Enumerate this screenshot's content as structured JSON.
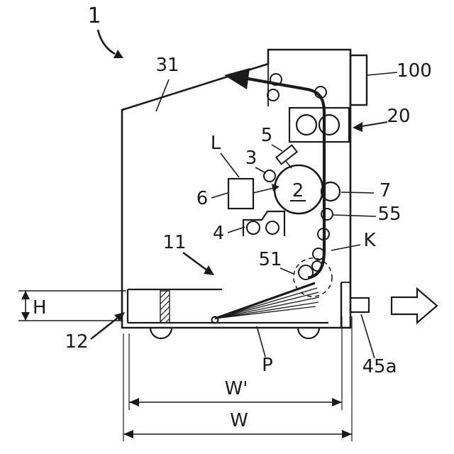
{
  "figure": {
    "type": "patent-line-drawing",
    "description_colors": {
      "line": "#1a1a1a",
      "background": "#ffffff"
    },
    "labels": {
      "n1": "1",
      "n31": "31",
      "n100": "100",
      "n20": "20",
      "L": "L",
      "n5": "5",
      "n3": "3",
      "n6": "6",
      "n2": "2",
      "n7": "7",
      "n55": "55",
      "K": "K",
      "n4": "4",
      "n11": "11",
      "n51": "51",
      "H": "H",
      "n12": "12",
      "P": "P",
      "n45a": "45a",
      "Wprime": "W'",
      "W": "W"
    }
  }
}
